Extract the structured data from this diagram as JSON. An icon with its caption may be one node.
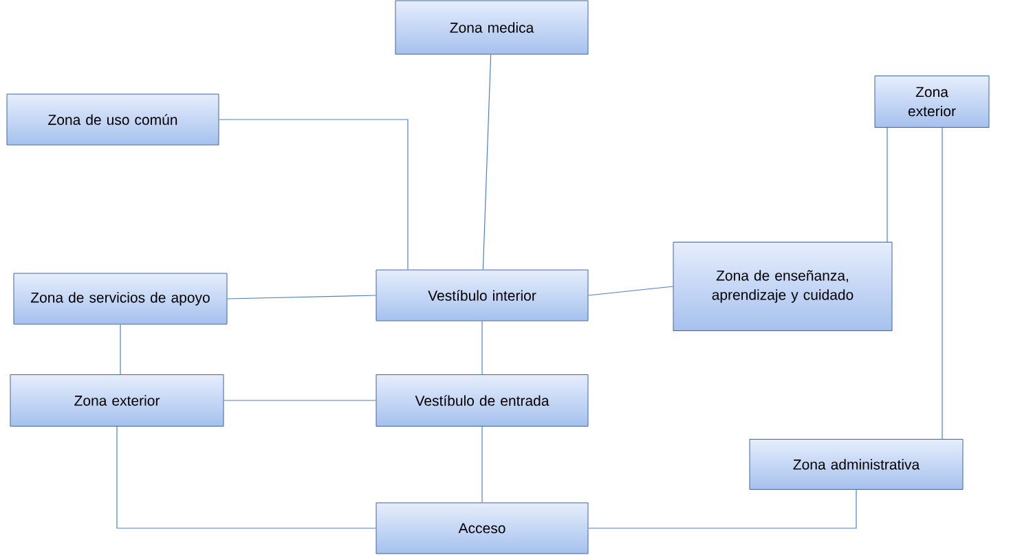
{
  "diagram": {
    "nodes": [
      {
        "text": [
          "Zona medica"
        ]
      },
      {
        "text": [
          "Zona exterior"
        ]
      },
      {
        "text": [
          "Zona de uso común"
        ]
      },
      {
        "text": [
          "Zona de servicios de apoyo"
        ]
      },
      {
        "text": [
          "Vestíbulo interior"
        ]
      },
      {
        "text": [
          "Zona de enseñanza, aprendizaje y cuidado"
        ]
      },
      {
        "text": [
          "Zona exterior"
        ]
      },
      {
        "text": [
          "Vestíbulo de entrada"
        ]
      },
      {
        "text": [
          "Zona administrativa"
        ]
      },
      {
        "text": [
          "Acceso"
        ]
      }
    ],
    "edges": [
      {
        "from": 0,
        "to": 4,
        "arrow": "none"
      },
      {
        "from": 2,
        "to": 4,
        "arrow": "none"
      },
      {
        "from": 1,
        "to": 5,
        "arrow": "none"
      },
      {
        "from": 1,
        "to": 8,
        "arrow": "none"
      },
      {
        "from": 3,
        "to": 4,
        "arrow": "none"
      },
      {
        "from": 4,
        "to": 5,
        "arrow": "none"
      },
      {
        "from": 3,
        "to": 6,
        "arrow": "none"
      },
      {
        "from": 4,
        "to": 7,
        "arrow": "none"
      },
      {
        "from": 6,
        "to": 7,
        "arrow": "none"
      },
      {
        "from": 6,
        "to": 9,
        "arrow": "none"
      },
      {
        "from": 7,
        "to": 9,
        "arrow": "none"
      },
      {
        "from": 9,
        "to": 8,
        "arrow": "none"
      }
    ]
  }
}
